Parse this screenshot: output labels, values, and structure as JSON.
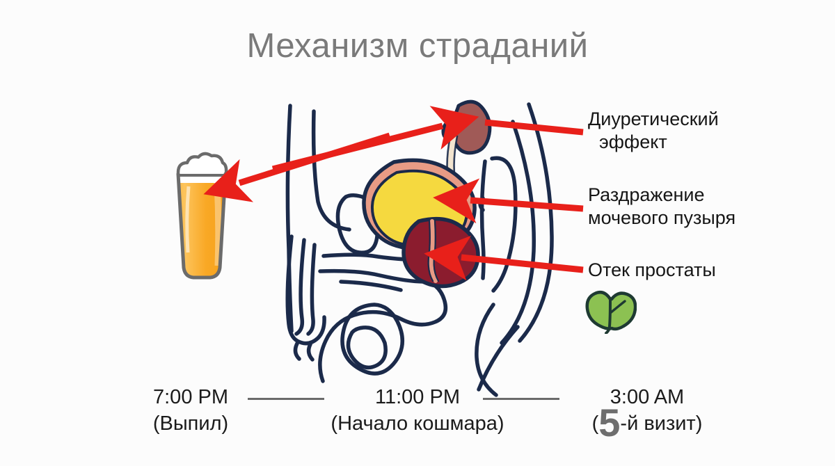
{
  "page": {
    "title": "Механизм страданий",
    "background_color": "#fcfcfc",
    "title_color": "#7a7a7a"
  },
  "colors": {
    "arrow_red": "#e8201a",
    "outline_navy": "#1b2a4a",
    "bladder_fill": "#f5d93f",
    "bladder_wall": "#e89b85",
    "prostate_fill": "#8b1c2e",
    "kidney_fill": "#a05a57",
    "ureter_cream": "#f2e4cf",
    "beer_liquid": "#f9a825",
    "beer_outline": "#6b6b6b",
    "beer_foam": "#ffffff",
    "leaf_fill": "#8cc152",
    "leaf_outline": "#1e3a32",
    "timeline_line": "#6b6b6b",
    "text_black": "#161616"
  },
  "illustration": {
    "beer_glass": {
      "name": "beer-glass",
      "liquid_label": "",
      "foam_label": ""
    },
    "anatomy": {
      "name": "male-pelvic-anatomy",
      "organs": [
        {
          "id": "kidney",
          "name": "kidney"
        },
        {
          "id": "ureter",
          "name": "ureter"
        },
        {
          "id": "bladder",
          "name": "urinary-bladder"
        },
        {
          "id": "prostate",
          "name": "prostate-gland"
        }
      ]
    },
    "arrows": [
      {
        "id": "arrow-to-kidney",
        "name": "arrow-beer-to-kidney",
        "direction": "right"
      },
      {
        "id": "arrow-to-beer",
        "name": "arrow-kidney-to-beer",
        "direction": "left"
      },
      {
        "id": "arrow-diuretic",
        "name": "arrow-label-to-kidney",
        "direction": "left"
      },
      {
        "id": "arrow-bladder",
        "name": "arrow-label-to-bladder",
        "direction": "left"
      },
      {
        "id": "arrow-prostate",
        "name": "arrow-label-to-prostate",
        "direction": "left"
      }
    ]
  },
  "callouts": [
    {
      "id": "diuretic",
      "line1": "Диуретический",
      "line2": "эффект"
    },
    {
      "id": "bladder",
      "line1": "Раздражение",
      "line2": "мочевого пузыря"
    },
    {
      "id": "prostate",
      "line1": "Отек простаты",
      "line2": ""
    }
  ],
  "leaf_icon": {
    "name": "leaf-icon",
    "label": ""
  },
  "timeline": {
    "stops": [
      {
        "id": "stop-1",
        "time": "7:00 PM",
        "note": "(Выпил)"
      },
      {
        "id": "stop-2",
        "time": "11:00 PM",
        "note": "(Начало кошмара)"
      },
      {
        "id": "stop-3",
        "time": "3:00 AM",
        "note_prefix": "(",
        "count": "5",
        "note_suffix": "-й визит)"
      }
    ]
  }
}
